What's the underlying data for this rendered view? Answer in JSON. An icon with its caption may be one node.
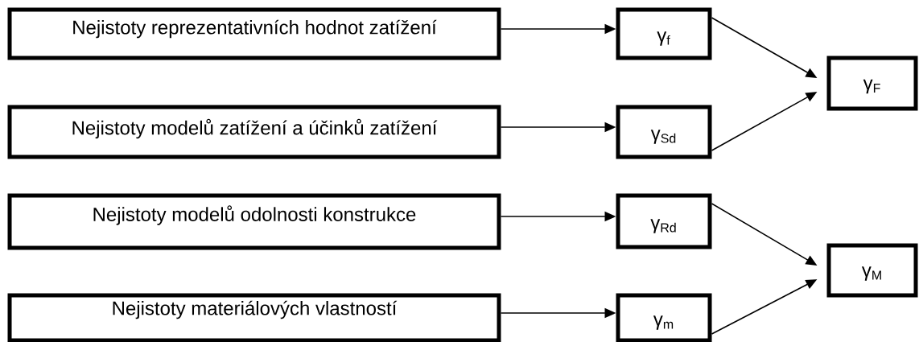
{
  "diagram": {
    "nodes": [
      {
        "text": [
          "Nejistoty reprezentativních hodnot zatížení"
        ]
      },
      {
        "text": [
          "Nejistoty modelů zatížení a účinků zatížení"
        ]
      },
      {
        "text": [
          "Nejistoty modelů odolnosti konstrukce"
        ]
      },
      {
        "text": [
          "Nejistoty materiálových vlastností"
        ]
      },
      {
        "text": [
          "γ$_{f}$"
        ]
      },
      {
        "text": [
          "γ$_{Sd}$"
        ]
      },
      {
        "text": [
          "γ$_{Rd}$"
        ]
      },
      {
        "text": [
          "γ$_{m}$"
        ]
      },
      {
        "text": [
          "γ$_{F}$"
        ]
      },
      {
        "text": [
          "γ$_{M}$"
        ]
      }
    ],
    "edges": [
      {
        "from": 0,
        "to": 4,
        "arrow": "to"
      },
      {
        "from": 1,
        "to": 5,
        "arrow": "to"
      },
      {
        "from": 2,
        "to": 6,
        "arrow": "to"
      },
      {
        "from": 3,
        "to": 7,
        "arrow": "to"
      },
      {
        "from": 4,
        "to": 8,
        "arrow": "to"
      },
      {
        "from": 5,
        "to": 8,
        "arrow": "to"
      },
      {
        "from": 6,
        "to": 9,
        "arrow": "to"
      },
      {
        "from": 7,
        "to": 9,
        "arrow": "to"
      }
    ]
  }
}
